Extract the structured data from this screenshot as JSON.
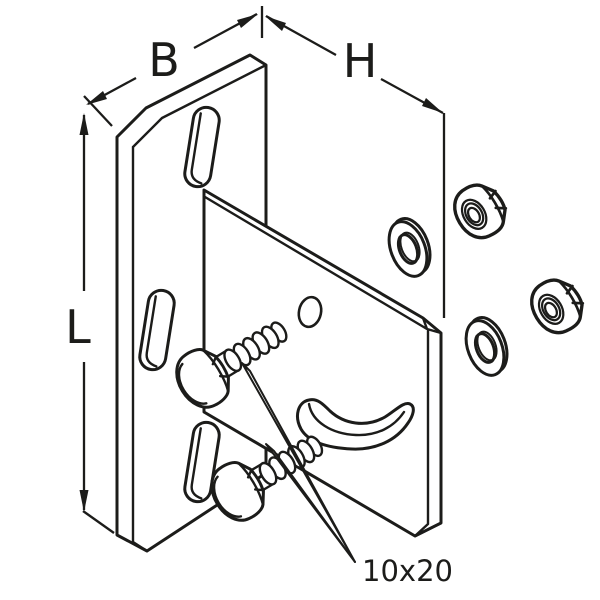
{
  "drawing": {
    "kind": "isometric-part-drawing",
    "subject": "slotted mounting bracket with hex bolts, washers and hex nuts"
  },
  "labels": {
    "dim_b": "B",
    "dim_h": "H",
    "dim_l": "L",
    "bolt_size": "10x20"
  },
  "parts": {
    "back_plate": "slotted-plate",
    "front_plate": "adapter-plate",
    "bolts": [
      "hex-bolt",
      "hex-bolt"
    ],
    "washers": [
      "washer",
      "washer"
    ],
    "nuts": [
      "hex-nut",
      "hex-nut"
    ]
  },
  "colors": {
    "line": "#1c1c1a",
    "background": "#ffffff"
  }
}
